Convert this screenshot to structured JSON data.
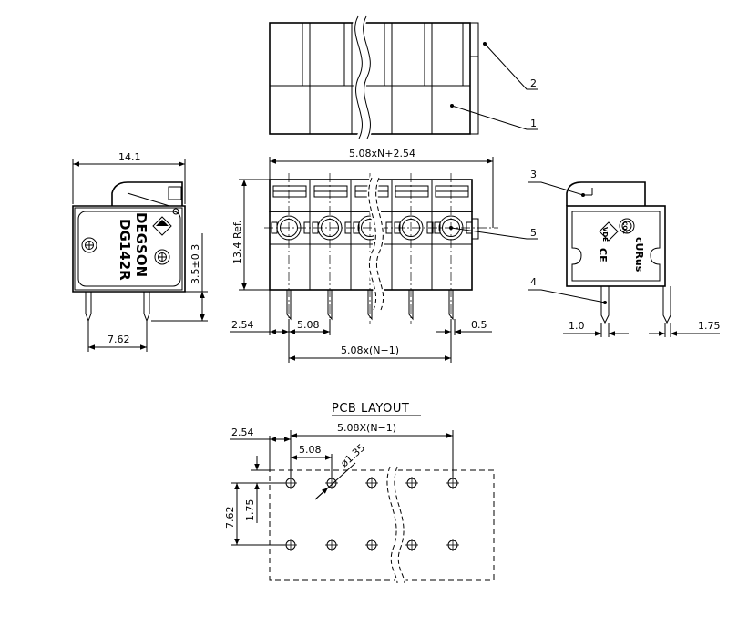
{
  "top_view": {
    "callout_1": "1",
    "callout_2": "2"
  },
  "side_view": {
    "width_label": "14.1",
    "pin_pitch_label": "7.62",
    "pin_height_label": "3.5±0.3",
    "brand_text": "DEGSON",
    "model_text": "DG142R"
  },
  "front_view": {
    "total_width_label": "5.08xN+2.54",
    "height_label": "13.4  Ref.",
    "left_offset_label": "2.54",
    "pitch_label": "5.08",
    "pin_width_label": "0.5",
    "span_label": "5.08x(N−1)",
    "callout_5": "5"
  },
  "rear_view": {
    "callout_3": "3",
    "callout_4": "4",
    "pin_thickness_label": "1.0",
    "pin_depth_label": "1.75",
    "cert_marks": [
      "VDE",
      "CE",
      "CQC",
      "cURus"
    ]
  },
  "pcb_layout": {
    "title": "PCB  LAYOUT",
    "span_label": "5.08X(N−1)",
    "left_offset_label": "2.54",
    "pitch_label": "5.08",
    "hole_label": "ø1.35",
    "row_pitch_label": "7.62",
    "row_offset_label": "1.75"
  },
  "colors": {
    "line": "#000000",
    "background": "#ffffff"
  }
}
